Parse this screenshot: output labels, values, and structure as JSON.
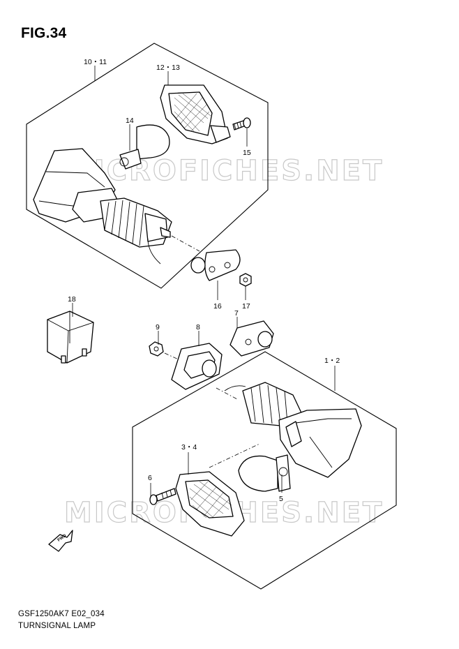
{
  "figure": {
    "title": "FIG.34",
    "code": "GSF1250AK7 E02_034",
    "name": "TURNSIGNAL LAMP"
  },
  "watermark": "MICROFICHES.NET",
  "callouts": {
    "c10_11": "10・11",
    "c12_13": "12・13",
    "c14": "14",
    "c15": "15",
    "c16": "16",
    "c17": "17",
    "c18": "18",
    "c9": "9",
    "c8": "8",
    "c7": "7",
    "c1_2": "1・2",
    "c3_4": "3・4",
    "c6": "6",
    "c5": "5"
  },
  "fwd_label": "FWD"
}
